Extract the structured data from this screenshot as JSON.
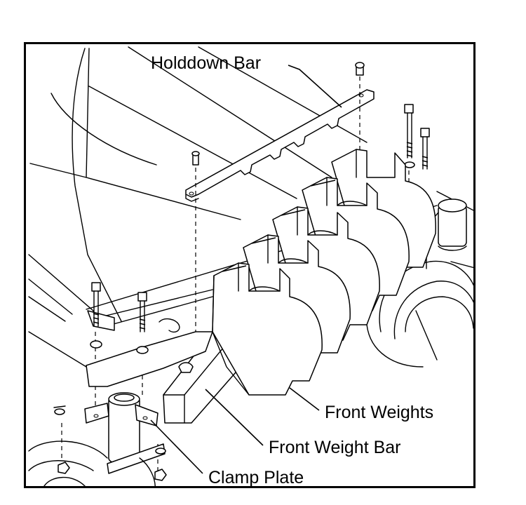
{
  "callouts": {
    "holddown_bar": "Holddown Bar",
    "front_weights": "Front Weights",
    "front_weight_bar": "Front Weight Bar",
    "clamp_plate": "Clamp Plate"
  },
  "colors": {
    "line": "#000000",
    "background": "#ffffff"
  }
}
